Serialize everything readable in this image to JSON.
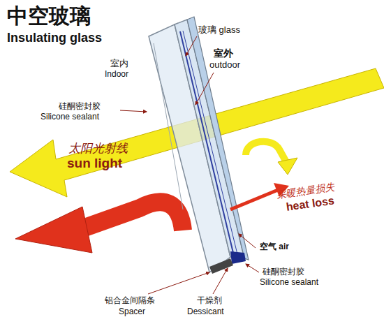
{
  "diagram": {
    "title": "中空玻璃",
    "labels": [
      "Insulating glass",
      "室内",
      "Indoor",
      "玻璃 glass",
      "室外",
      "outdoor",
      "硅酮密封胶",
      "Silicone sealant",
      "太阳光射线",
      "sun light",
      "采暖热量损失",
      "heat loss",
      "空气 air",
      "硅酮密封胶",
      "Silicone sealant",
      "铝合金间隔条",
      "Spacer",
      "干燥剂",
      "Dessicant"
    ]
  }
}
